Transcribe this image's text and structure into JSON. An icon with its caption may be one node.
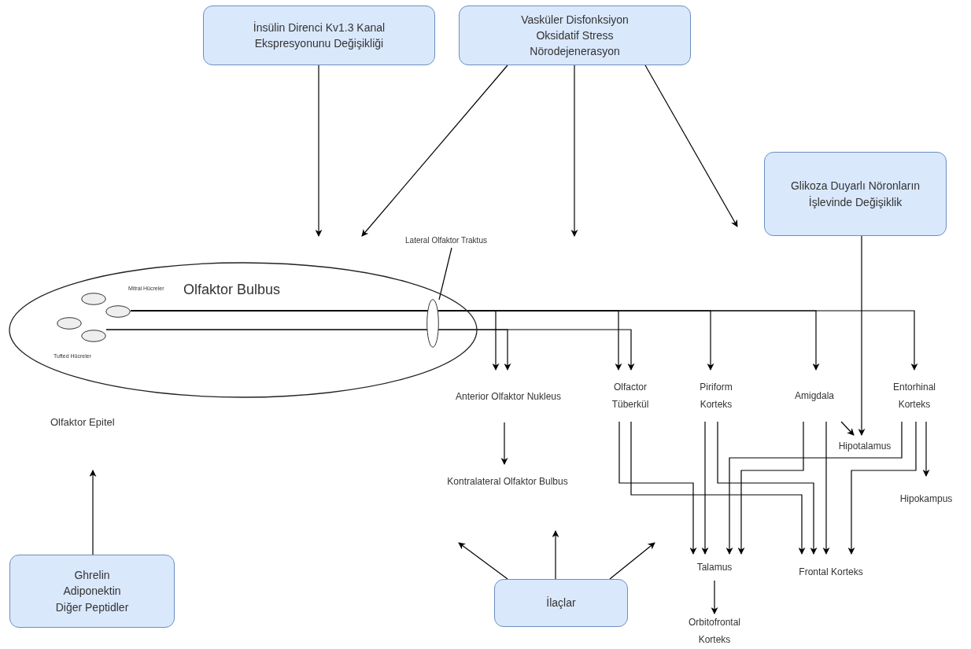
{
  "diagram": {
    "nodes": [
      {
        "text": [
          "İnsülin Direnci Kv1.3 Kanal Ekspresyonunu Değişikliği"
        ]
      },
      {
        "text": [
          "Vasküler Disfonksiyon Oksidatif Stress Nörodejenerasyon"
        ]
      },
      {
        "text": [
          "Glikoza Duyarlı Nöronların İşlevinde Değişiklik"
        ]
      },
      {
        "text": [
          "Lateral Olfaktor Traktus"
        ]
      },
      {
        "text": [
          "Olfaktor Bulbus"
        ]
      },
      {
        "text": [],
        "shape": "ellipse",
        "in": 4
      },
      {
        "text": [],
        "shape": "ellipse",
        "in": 4
      },
      {
        "text": [],
        "shape": "ellipse",
        "in": 4
      },
      {
        "text": [],
        "shape": "ellipse",
        "in": 4
      },
      {
        "text": [],
        "shape": "ellipse",
        "in": 4
      },
      {
        "text": [
          "Anterior Olfaktor Nukleus"
        ]
      },
      {
        "text": [
          "Olfactor Tüberkül"
        ]
      },
      {
        "text": [
          "Piriform Korteks"
        ]
      },
      {
        "text": [
          "Amigdala"
        ]
      },
      {
        "text": [
          "Entorhinal Korteks"
        ]
      },
      {
        "text": [
          "Hipotalamus"
        ]
      },
      {
        "text": [
          "Kontralateral Olfaktor Bulbus"
        ]
      },
      {
        "text": [
          "Hipokampus"
        ]
      },
      {
        "text": [
          "Ghrelin Adiponektin Diğer Peptidler"
        ]
      },
      {
        "text": [
          "İlaçlar"
        ]
      },
      {
        "text": [
          "Talamus"
        ]
      },
      {
        "text": [
          "Frontal Korteks"
        ]
      },
      {
        "text": [
          "Orbitofrontal Korteks"
        ]
      }
    ],
    "edges": [
      {
        "from": 6,
        "to": 10,
        "arrow": "to"
      },
      {
        "from": 6,
        "to": 11,
        "arrow": "to"
      },
      {
        "from": 6,
        "to": 12,
        "arrow": "to"
      },
      {
        "from": 6,
        "to": 13,
        "arrow": "to"
      },
      {
        "from": 6,
        "to": 14,
        "arrow": "to"
      },
      {
        "from": 8,
        "to": 10,
        "arrow": "to"
      },
      {
        "from": 8,
        "to": 11,
        "arrow": "to"
      },
      {
        "from": 0,
        "to": null,
        "arrow": "to"
      },
      {
        "from": 1,
        "to": null,
        "arrow": "to"
      },
      {
        "from": 1,
        "to": null,
        "arrow": "to"
      },
      {
        "from": 1,
        "to": null,
        "arrow": "to"
      },
      {
        "from": 2,
        "to": 15,
        "arrow": "to"
      },
      {
        "from": 3,
        "to": 9,
        "arrow": "none"
      },
      {
        "from": 10,
        "to": 16,
        "arrow": "to"
      },
      {
        "from": 13,
        "to": 15,
        "arrow": "to"
      },
      {
        "from": 14,
        "to": 17,
        "arrow": "to"
      },
      {
        "from": 11,
        "to": 20,
        "arrow": "to"
      },
      {
        "from": 11,
        "to": 21,
        "arrow": "to"
      },
      {
        "from": 12,
        "to": 20,
        "arrow": "to"
      },
      {
        "from": 12,
        "to": 21,
        "arrow": "to"
      },
      {
        "from": 13,
        "to": 20,
        "arrow": "to"
      },
      {
        "from": 13,
        "to": 21,
        "arrow": "to"
      },
      {
        "from": 14,
        "to": 20,
        "arrow": "to"
      },
      {
        "from": 14,
        "to": 21,
        "arrow": "to"
      },
      {
        "from": 20,
        "to": 22,
        "arrow": "to"
      },
      {
        "from": 18,
        "to": null,
        "arrow": "to"
      },
      {
        "from": 19,
        "to": null,
        "arrow": "to"
      },
      {
        "from": 19,
        "to": null,
        "arrow": "to"
      },
      {
        "from": 19,
        "to": null,
        "arrow": "to"
      }
    ],
    "labels": [
      "Mitral Hücreler",
      "Tufted Hücreler",
      "Olfaktor Epitel"
    ]
  }
}
